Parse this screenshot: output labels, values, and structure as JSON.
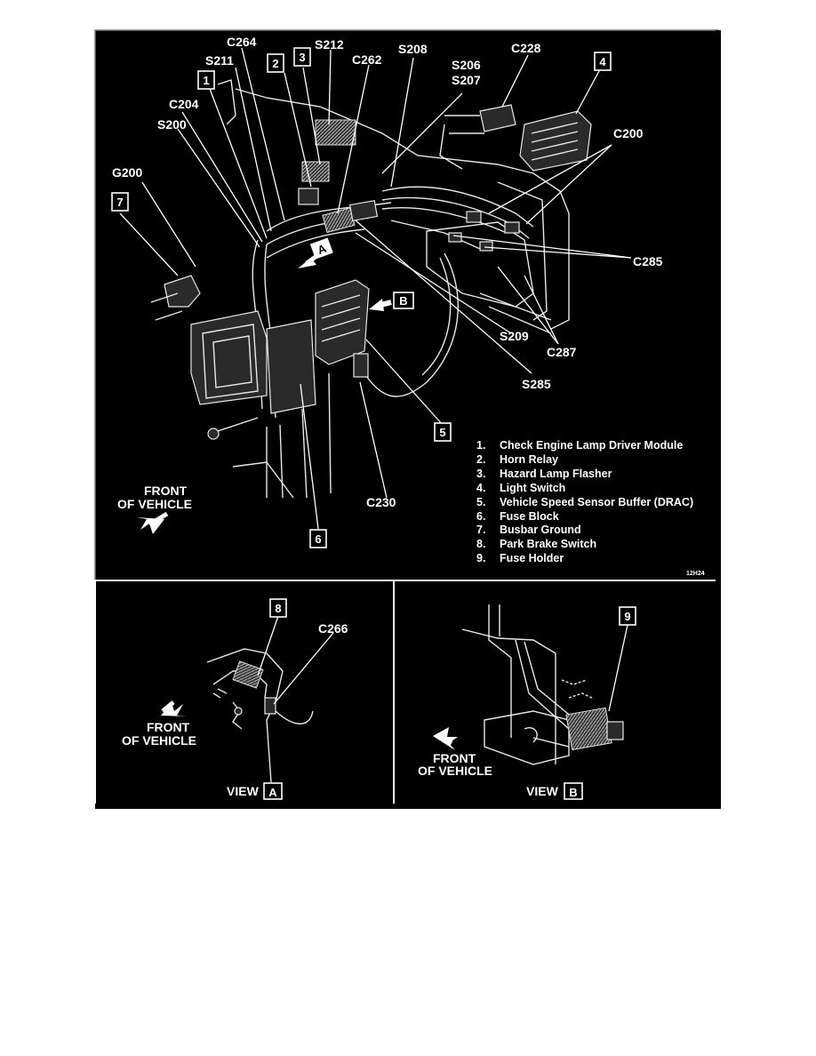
{
  "connectors": {
    "c264": "C264",
    "s212": "S212",
    "s211": "S211",
    "c262": "C262",
    "s208": "S208",
    "s206": "S206",
    "s207": "S207",
    "c228": "C228",
    "c204": "C204",
    "s200": "S200",
    "c200": "C200",
    "g200": "G200",
    "c285": "C285",
    "s209": "S209",
    "c287": "C287",
    "s285": "S285",
    "c230": "C230",
    "c266": "C266"
  },
  "callouts": {
    "n1": "1",
    "n2": "2",
    "n3": "3",
    "n4": "4",
    "n5": "5",
    "n6": "6",
    "n7": "7",
    "n8": "8",
    "n9": "9"
  },
  "view_markers": {
    "a": "A",
    "b": "B"
  },
  "front_main": {
    "line1": "FRONT",
    "line2": "OF VEHICLE"
  },
  "front_view_a": {
    "line1": "FRONT",
    "line2": "OF VEHICLE"
  },
  "front_view_b": {
    "line1": "FRONT",
    "line2": "OF VEHICLE"
  },
  "legend": [
    {
      "num": "1.",
      "text": "Check Engine Lamp Driver Module"
    },
    {
      "num": "2.",
      "text": "Horn Relay"
    },
    {
      "num": "3.",
      "text": "Hazard Lamp Flasher"
    },
    {
      "num": "4.",
      "text": "Light Switch"
    },
    {
      "num": "5.",
      "text": "Vehicle Speed Sensor Buffer (DRAC)"
    },
    {
      "num": "6.",
      "text": "Fuse Block"
    },
    {
      "num": "7.",
      "text": "Busbar Ground"
    },
    {
      "num": "8.",
      "text": "Park Brake Switch"
    },
    {
      "num": "9.",
      "text": "Fuse Holder"
    }
  ],
  "figure_code": "12H24",
  "view_a": {
    "word": "VIEW",
    "letter": "A"
  },
  "view_b": {
    "word": "VIEW",
    "letter": "B"
  }
}
